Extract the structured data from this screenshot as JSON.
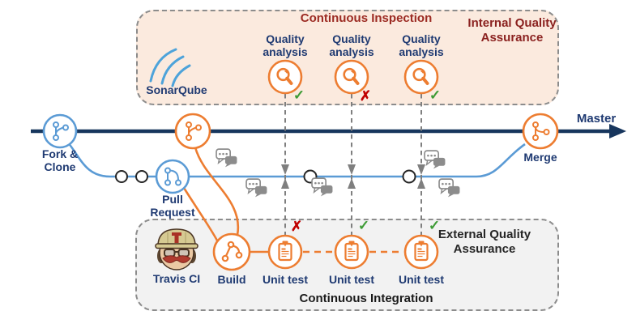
{
  "colors": {
    "orange": "#ED7D31",
    "blue": "#5B9BD5",
    "navy": "#1F3A72",
    "master_navy": "#17365D",
    "maroon": "#9C2B23",
    "maroon2": "#8B2220",
    "peach_bg": "#FBEADE",
    "gray_bg": "#F2F2F2",
    "border_gray": "#8C8C8C",
    "green": "#3D9B35",
    "red": "#C00000",
    "text_dark": "#262626",
    "bubble_gray": "#8C8C8C",
    "sonar_blue": "#4DA3DA"
  },
  "master": {
    "label": "Master"
  },
  "branch_nodes": {
    "fork_clone": {
      "label_line1": "Fork &",
      "label_line2": "Clone"
    },
    "pull_request": {
      "label_line1": "Pull",
      "label_line2": "Request"
    },
    "merge": {
      "label": "Merge"
    }
  },
  "inspection_box": {
    "title": "Continuous Inspection",
    "subtitle_line1": "Internal Quality",
    "subtitle_line2": "Assurance",
    "tool": {
      "name": "SonarQube"
    },
    "nodes": [
      {
        "label_line1": "Quality",
        "label_line2": "analysis",
        "result": "pass",
        "result_icon": "✓",
        "result_color": "#3D9B35"
      },
      {
        "label_line1": "Quality",
        "label_line2": "analysis",
        "result": "fail",
        "result_icon": "✗",
        "result_color": "#C00000"
      },
      {
        "label_line1": "Quality",
        "label_line2": "analysis",
        "result": "pass",
        "result_icon": "✓",
        "result_color": "#3D9B35"
      }
    ]
  },
  "integration_box": {
    "title": "Continuous Integration",
    "subtitle_line1": "External Quality",
    "subtitle_line2": "Assurance",
    "tool": {
      "name": "Travis CI"
    },
    "build": {
      "label": "Build"
    },
    "unit_tests": [
      {
        "label": "Unit test",
        "result": "fail",
        "result_icon": "✗",
        "result_color": "#C00000"
      },
      {
        "label": "Unit test",
        "result": "pass",
        "result_icon": "✓",
        "result_color": "#3D9B35"
      },
      {
        "label": "Unit test",
        "result": "pass",
        "result_icon": "✓",
        "result_color": "#3D9B35"
      }
    ]
  }
}
